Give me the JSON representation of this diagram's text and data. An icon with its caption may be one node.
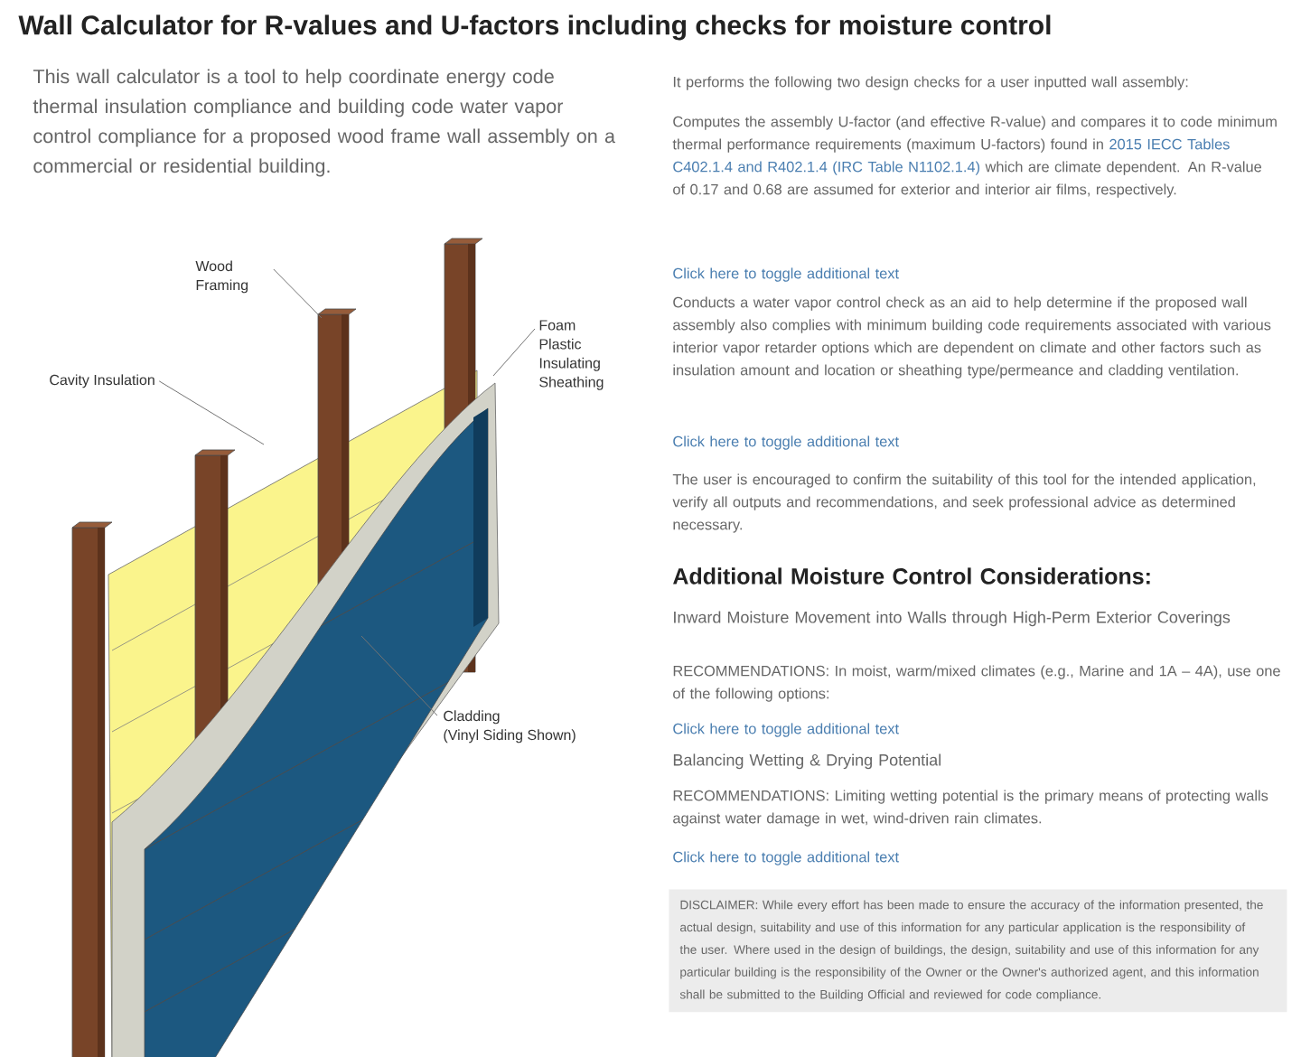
{
  "diagram": {
    "title": "Wall Calculator for R-values and U-factors including checks for moisture control",
    "nodes": [
      {
        "text": [
          "Wood Framing"
        ]
      },
      {
        "text": [
          "Cavity Insulation"
        ]
      },
      {
        "text": [
          "Foam Plastic Insulating Sheathing"
        ]
      },
      {
        "text": [
          "Cladding",
          "(Vinyl Siding Shown)"
        ]
      },
      {
        "text": [
          "DISCLAIMER: While every effort has been made to ensure the accuracy of the information presented, the actual design, suitability and use of this information for any particular application is the responsibility of the user. Where used in the design of buildings, the design, suitability and use of this information for any particular building is the responsibility of the Owner or the Owner's authorized agent, and this information shall be submitted to the Building Official and reviewed for code compliance."
        ]
      }
    ],
    "edges": [
      {
        "from": 0,
        "to": null,
        "arrow": "none"
      },
      {
        "from": 1,
        "to": null,
        "arrow": "none"
      },
      {
        "from": 2,
        "to": null,
        "arrow": "none"
      },
      {
        "from": 3,
        "to": null,
        "arrow": "none"
      }
    ],
    "labels": [
      "This wall calculator is a tool to help coordinate energy code thermal insulation compliance and building code water vapor control compliance for a proposed wood frame wall assembly on a commercial or residential building.",
      "It performs the following two design checks for a user inputted wall assembly:",
      "Computes the assembly U-factor (and effective R-value) and compares it to code minimum thermal performance requirements (maximum U-factors) found in",
      "2015 IECC Tables C402.1.4 and R402.1.4 (IRC Table N1102.1.4)",
      "which are climate dependent. An R-value of 0.17 and 0.68 are assumed for exterior and interior air films, respectively.",
      "Click here to toggle additional text",
      "Conducts a water vapor control check as an aid to help determine if the proposed wall assembly also complies with minimum building code requirements associated with various interior vapor retarder options which are dependent on climate and other factors such as insulation amount and location or sheathing type/permeance and cladding ventilation.",
      "Click here to toggle additional text",
      "The user is encouraged to confirm the suitability of this tool for the intended application, verify all outputs and recommendations, and seek professional advice as determined necessary.",
      "Additional Moisture Control Considerations:",
      "Inward Moisture Movement into Walls through High-Perm Exterior Coverings",
      "RECOMMENDATIONS: In moist, warm/mixed climates (e.g., Marine and 1A – 4A), use one of the following options:",
      "Click here to toggle additional text",
      "Balancing Wetting & Drying Potential",
      "RECOMMENDATIONS: Limiting wetting potential is the primary means of protecting walls against water damage in wet, wind-driven rain climates.",
      "Click here to toggle additional text"
    ]
  }
}
